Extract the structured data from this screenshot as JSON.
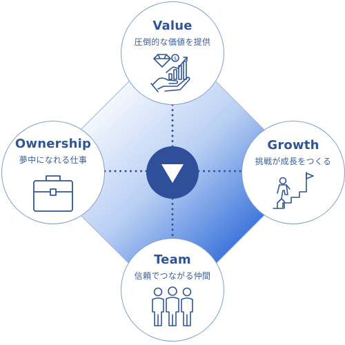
{
  "center": {
    "icon": "down-triangle-icon"
  },
  "nodes": {
    "value": {
      "title": "Value",
      "subtitle": "圧倒的な価値を提供",
      "icon": "diamond-growth-hand-icon"
    },
    "ownership": {
      "title": "Ownership",
      "subtitle": "夢中になれる仕事",
      "icon": "briefcase-icon"
    },
    "growth": {
      "title": "Growth",
      "subtitle": "挑戦が成長をつくる",
      "icon": "climbing-stairs-flag-icon"
    },
    "team": {
      "title": "Team",
      "subtitle": "信頼でつながる仲間",
      "icon": "three-people-icon"
    }
  },
  "colors": {
    "accent": "#2f4f9a",
    "title": "#2f5596",
    "outline": "#7d9fcc",
    "gradient_light": "#f2f6fd",
    "gradient_dark": "#2e68d6"
  }
}
